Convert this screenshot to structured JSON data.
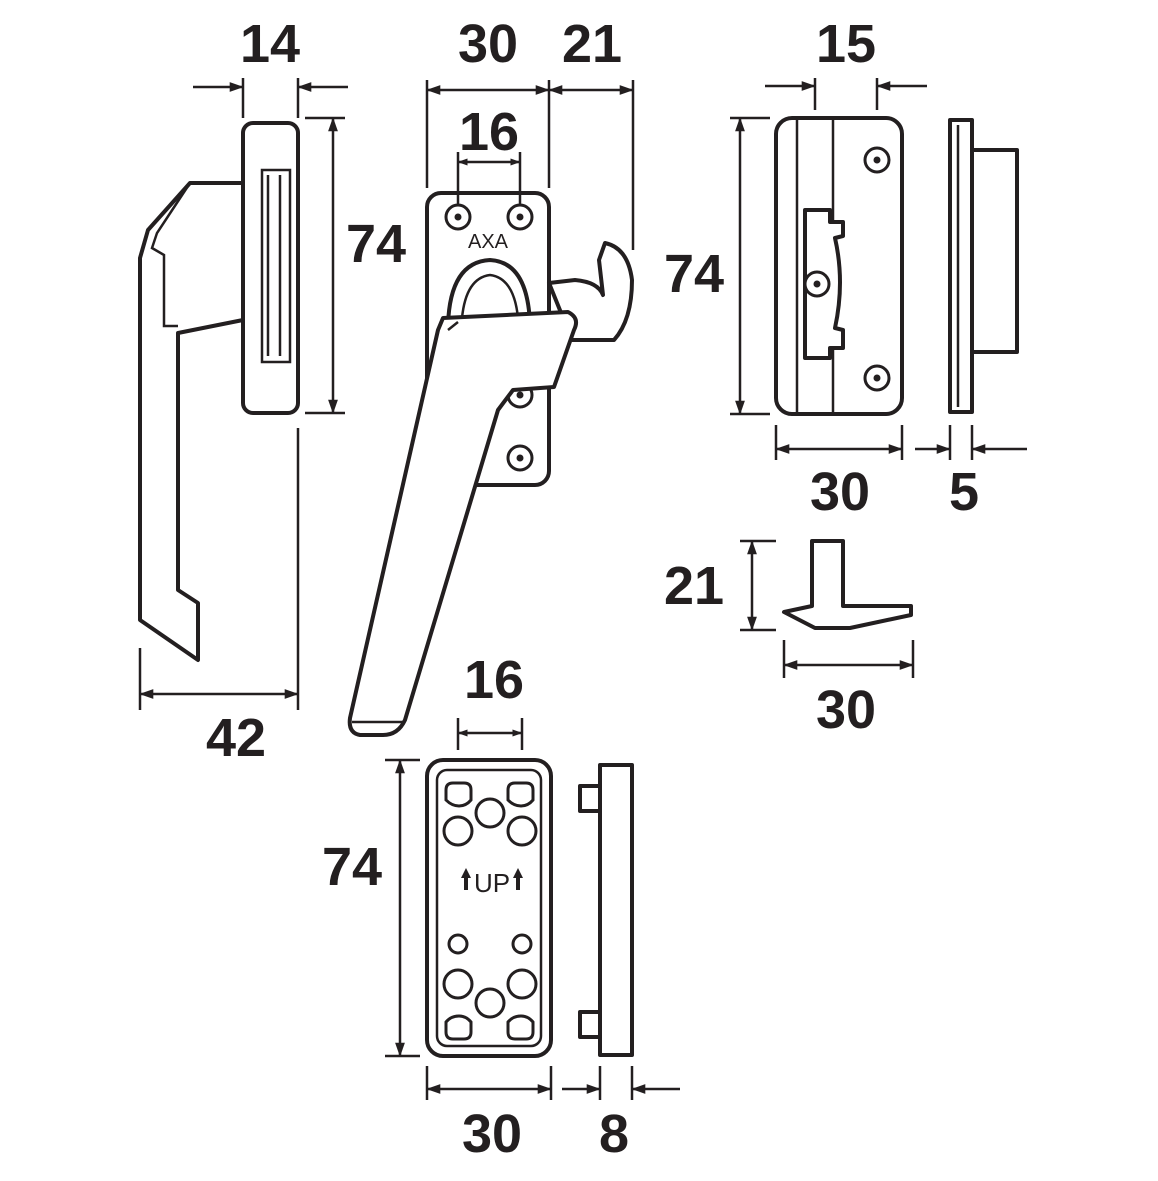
{
  "diagram": {
    "brand_mark": "AXA",
    "plate_mark": "UP",
    "handle_side_view": {
      "depth_label": "14",
      "height_label": "74",
      "projection_label": "42"
    },
    "handle_front_view": {
      "width_label": "30",
      "hook_label": "21",
      "screw_spacing_label": "16"
    },
    "keeper_front_view": {
      "height_label": "74",
      "width_label": "30",
      "offset_label": "15"
    },
    "keeper_side_view": {
      "depth_label": "5"
    },
    "wedge_view": {
      "height_label": "21",
      "width_label": "30"
    },
    "mounting_plate_view": {
      "screw_spacing_label": "16",
      "height_label": "74",
      "width_label": "30"
    },
    "mounting_plate_side_view": {
      "depth_label": "8"
    }
  }
}
